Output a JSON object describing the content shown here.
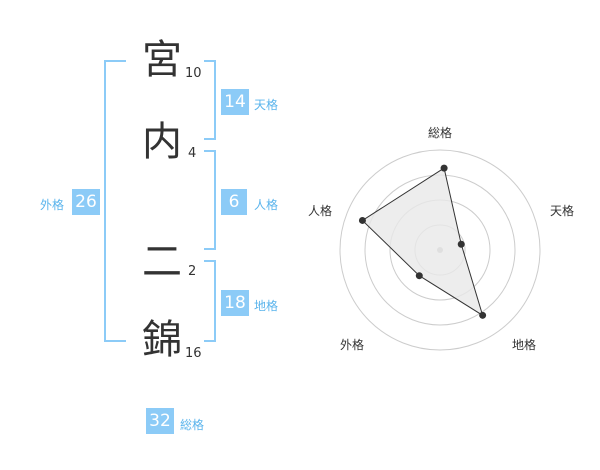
{
  "name": {
    "chars": [
      {
        "char": "宮",
        "strokes": "10"
      },
      {
        "char": "内",
        "strokes": "4"
      },
      {
        "char": "二",
        "strokes": "2"
      },
      {
        "char": "錦",
        "strokes": "16"
      }
    ]
  },
  "fortunes": {
    "tenkaku": {
      "label": "天格",
      "value": "14"
    },
    "jinkaku": {
      "label": "人格",
      "value": "6"
    },
    "chikaku": {
      "label": "地格",
      "value": "18"
    },
    "gaikaku": {
      "label": "外格",
      "value": "26"
    },
    "soukaku": {
      "label": "総格",
      "value": "32"
    }
  },
  "chart_data": {
    "type": "radar",
    "axes": [
      "総格",
      "天格",
      "地格",
      "外格",
      "人格"
    ],
    "values": [
      0.82,
      0.22,
      0.78,
      0.33,
      0.83
    ],
    "rings": 4,
    "colors": {
      "fill": "#e8e8e8",
      "line": "#333333",
      "ring": "#cccccc",
      "accent": "#8ccbf7"
    }
  }
}
